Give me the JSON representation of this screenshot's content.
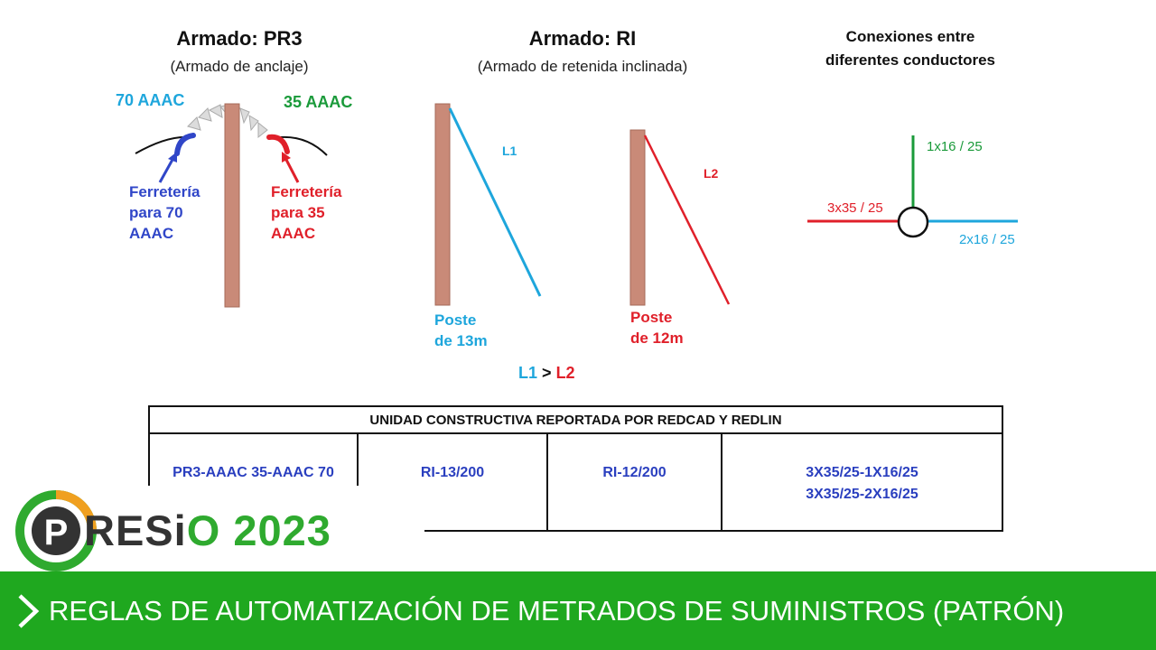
{
  "pr3": {
    "title": "Armado: PR3",
    "subtitle": "(Armado de anclaje)",
    "left_conductor": "70 AAAC",
    "right_conductor": "35 AAAC",
    "left_hw_lines": [
      "Ferretería",
      "para 70",
      "AAAC"
    ],
    "right_hw_lines": [
      "Ferretería",
      "para 35",
      "AAAC"
    ]
  },
  "ri": {
    "title": "Armado: RI",
    "subtitle": "(Armado de retenida inclinada)",
    "l1": "L1",
    "l2": "L2",
    "pole1_lines": [
      "Poste",
      "de 13m"
    ],
    "pole2_lines": [
      "Poste",
      "de 12m"
    ],
    "compare_left": "L1",
    "compare_op": ">",
    "compare_right": "L2"
  },
  "conexiones": {
    "title_lines": [
      "Conexiones entre",
      "diferentes conductores"
    ],
    "top_label": "1x16 / 25",
    "left_label": "3x35 / 25",
    "right_label": "2x16 / 25"
  },
  "table": {
    "header": "UNIDAD CONSTRUCTIVA REPORTADA POR REDCAD Y REDLIN",
    "cells": [
      [
        "PR3-AAAC 35-AAAC 70"
      ],
      [
        "RI-13/200"
      ],
      [
        "RI-12/200"
      ],
      [
        "3X35/25-1X16/25",
        "3X35/25-2X16/25"
      ]
    ]
  },
  "logo": {
    "part1": "RESi",
    "part2": "O 2023"
  },
  "footer": {
    "text": "REGLAS DE AUTOMATIZACIÓN DE METRADOS DE SUMINISTROS (PATRÓN)"
  },
  "colors": {
    "blue": "#3046c8",
    "red": "#e0202a",
    "green": "#1a9a3a",
    "cyan": "#1ea6dc",
    "pole": "#c98a78",
    "bar": "#1fa81f"
  }
}
